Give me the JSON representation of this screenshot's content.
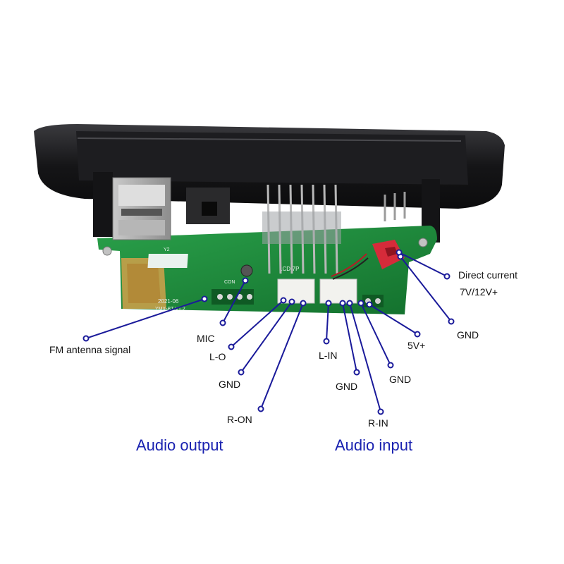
{
  "labels": {
    "fm": "FM antenna signal",
    "mic": "MIC",
    "lo": "L-O",
    "gnd_out": "GND",
    "ron": "R-ON",
    "lin": "L-IN",
    "gnd_in": "GND",
    "rin": "R-IN",
    "gnd_pin": "GND",
    "v5": "5V+",
    "dc_title": "Direct current",
    "dc_volt": "7V/12V+",
    "gnd_dc": "GND"
  },
  "groups": {
    "audio_output": "Audio output",
    "audio_input": "Audio input"
  },
  "pcb": {
    "date_text": "2021-06",
    "model_text": "YMX-BT-V1.2",
    "connector_text": "LCD-7P",
    "con_text": "CON",
    "y2_text": "Y2"
  },
  "colors": {
    "leader": "#1a1a9a",
    "heading": "#1a22b0",
    "pcb": "#1f8a3c",
    "bezel": "#1b1b1d",
    "connector": "#f2f2ee",
    "dc_plug": "#d62b3a"
  }
}
